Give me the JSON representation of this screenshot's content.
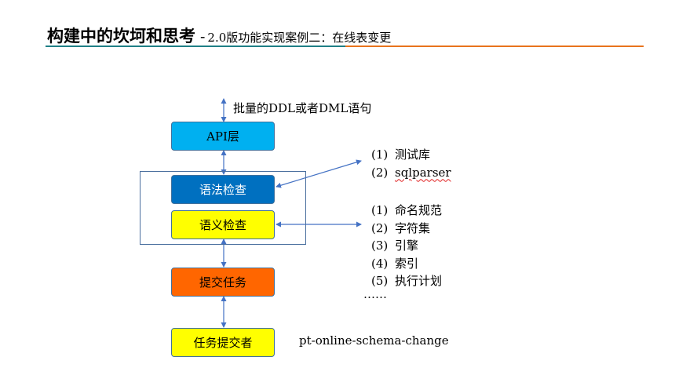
{
  "header": {
    "title": "构建中的坎坷和思考",
    "separator": "-",
    "subtitle": "2.0版功能实现案例二：在线表变更"
  },
  "input_label": "批量的DDL或者DML语句",
  "boxes": {
    "api": "API层",
    "syntax_check": "语法检查",
    "semantic_check": "语义检查",
    "submit_task": "提交任务",
    "task_submitter": "任务提交者"
  },
  "syntax_list": [
    {
      "num": "(1)",
      "text": "测试库"
    },
    {
      "num": "(2)",
      "text": "sqlparser"
    }
  ],
  "semantic_list": [
    {
      "num": "(1)",
      "text": "命名规范"
    },
    {
      "num": "(2)",
      "text": "字符集"
    },
    {
      "num": "(3)",
      "text": "引擎"
    },
    {
      "num": "(4)",
      "text": "索引"
    },
    {
      "num": "(5)",
      "text": "执行计划"
    }
  ],
  "ellipsis": "……",
  "tool_label": "pt-online-schema-change",
  "colors": {
    "api": "#00b0f0",
    "syntax_check": "#0070c0",
    "semantic_check": "#ffff00",
    "submit_task": "#ff6600",
    "task_submitter": "#ffff00",
    "arrow": "#4472c4",
    "rule_teal": "#1f7f86",
    "rule_orange": "#e8731c"
  }
}
